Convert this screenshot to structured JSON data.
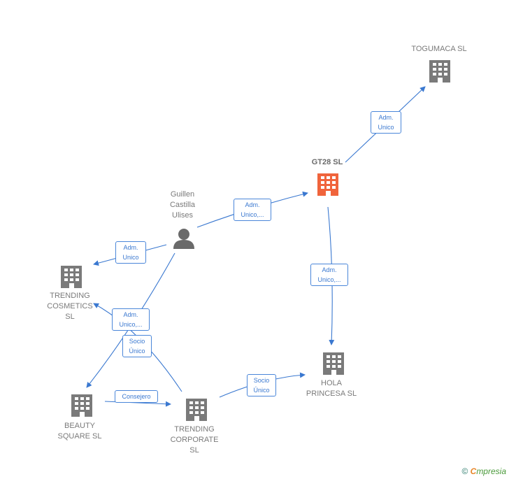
{
  "nodes": {
    "togumaca": {
      "label": "TOGUMACA  SL"
    },
    "gt28": {
      "label": "GT28  SL"
    },
    "person": {
      "label": "Guillen\nCastilla\nUlises"
    },
    "trending_cosmetics": {
      "label": "TRENDING\nCOSMETICS\nSL"
    },
    "beauty_square": {
      "label": "BEAUTY\nSQUARE  SL"
    },
    "trending_corporate": {
      "label": "TRENDING\nCORPORATE\nSL"
    },
    "hola_princesa": {
      "label": "HOLA\nPRINCESA  SL"
    }
  },
  "edges": {
    "gt28_togumaca": {
      "label": "Adm.\nUnico"
    },
    "person_gt28": {
      "label": "Adm.\nUnico,..."
    },
    "gt28_hola": {
      "label": "Adm.\nUnico,..."
    },
    "person_cosmetics": {
      "label": "Adm.\nUnico"
    },
    "person_beauty": {
      "label": "Adm.\nUnico,..."
    },
    "corporate_cosmetics": {
      "label": "Socio\nÚnico"
    },
    "beauty_corporate": {
      "label": "Consejero"
    },
    "corporate_hola": {
      "label": "Socio\nÚnico"
    }
  },
  "colors": {
    "edge": "#3a78d0",
    "building": "#7a7a7a",
    "focus_building": "#f0643c",
    "person": "#6a6a6a"
  },
  "icons": {
    "company": "building-icon",
    "person": "person-icon"
  },
  "watermark": {
    "copyright": "©",
    "brand_initial": "C",
    "brand_rest": "mpresia"
  }
}
